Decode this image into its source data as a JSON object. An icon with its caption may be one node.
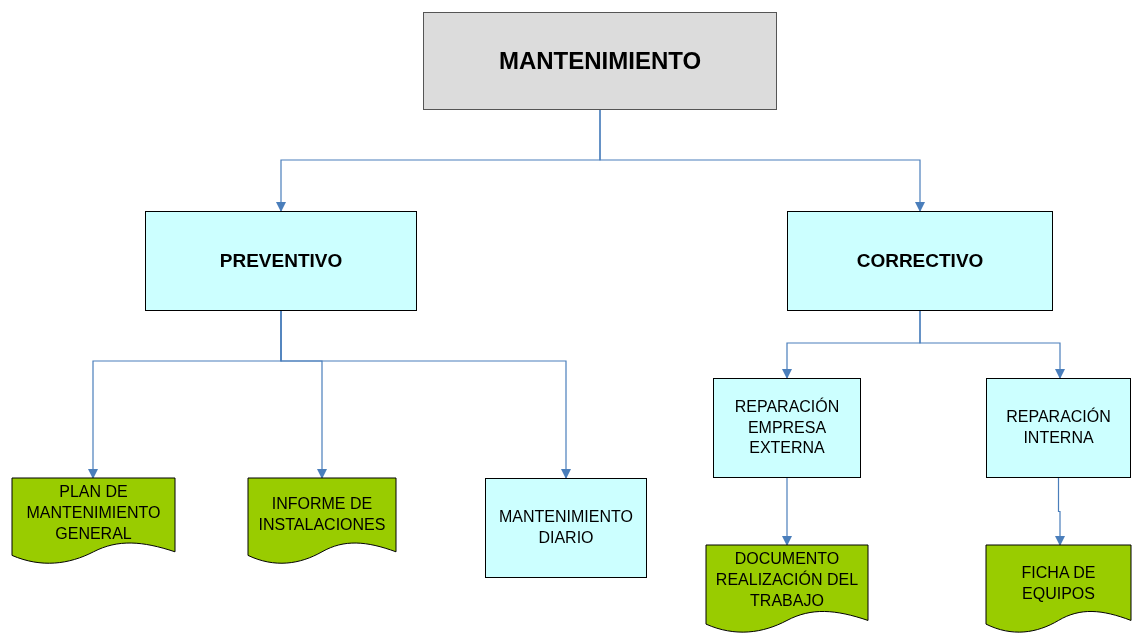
{
  "diagram": {
    "nodes": [
      {
        "text": [
          "MANTENIMIENTO"
        ]
      },
      {
        "text": [
          "PREVENTIVO"
        ]
      },
      {
        "text": [
          "CORRECTIVO"
        ]
      },
      {
        "text": [
          "PLAN DE MANTENIMIENTO GENERAL"
        ]
      },
      {
        "text": [
          "INFORME DE INSTALACIONES"
        ]
      },
      {
        "text": [
          "MANTENIMIENTO DIARIO"
        ]
      },
      {
        "text": [
          "REPARACIÓN EMPRESA EXTERNA"
        ]
      },
      {
        "text": [
          "REPARACIÓN INTERNA"
        ]
      },
      {
        "text": [
          "DOCUMENTO REALIZACIÓN DEL TRABAJO"
        ]
      },
      {
        "text": [
          "FICHA DE EQUIPOS"
        ]
      }
    ],
    "edges": [
      {
        "from": 0,
        "to": 1,
        "arrow": "to"
      },
      {
        "from": 0,
        "to": 2,
        "arrow": "to"
      },
      {
        "from": 1,
        "to": 3,
        "arrow": "to"
      },
      {
        "from": 1,
        "to": 4,
        "arrow": "to"
      },
      {
        "from": 1,
        "to": 5,
        "arrow": "to"
      },
      {
        "from": 2,
        "to": 6,
        "arrow": "to"
      },
      {
        "from": 2,
        "to": 7,
        "arrow": "to"
      },
      {
        "from": 6,
        "to": 8,
        "arrow": "to"
      },
      {
        "from": 7,
        "to": 9,
        "arrow": "to"
      }
    ]
  }
}
